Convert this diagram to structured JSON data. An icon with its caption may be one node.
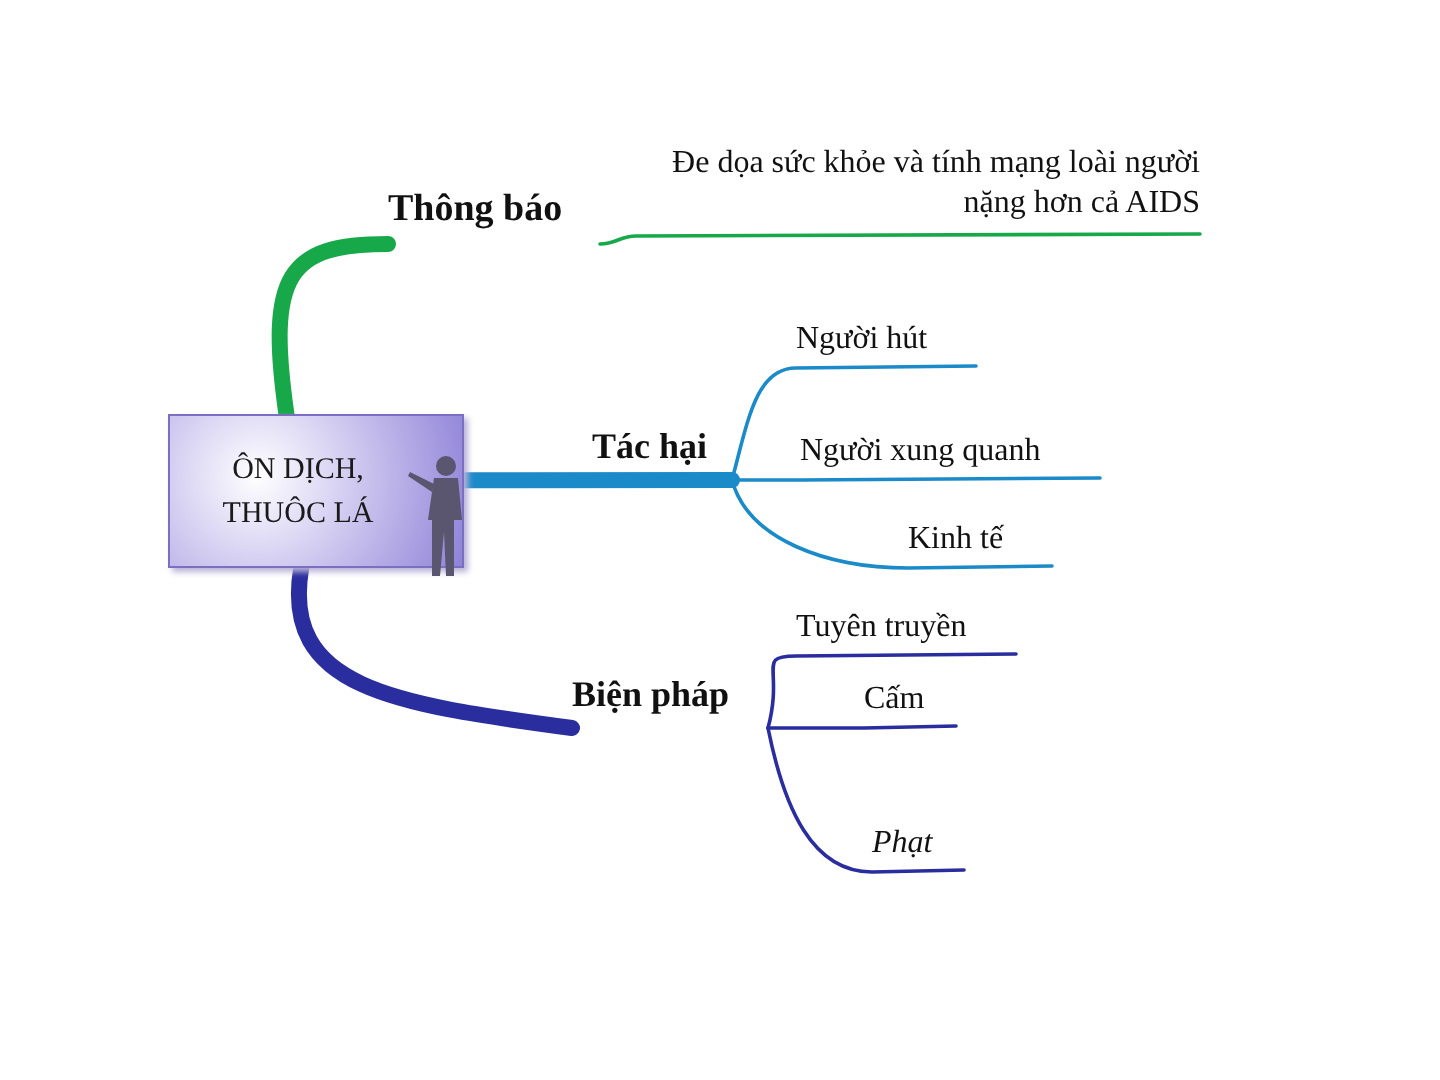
{
  "diagram": {
    "nodes": [
      {
        "text": [
          "ÔN DỊCH, THUÔC LÁ"
        ]
      },
      {
        "text": [
          "Thông báo"
        ]
      },
      {
        "text": [
          "Đe dọa sức khỏe và tính mạng loài người nặng hơn cả AIDS"
        ]
      },
      {
        "text": [
          "Tác hại"
        ]
      },
      {
        "text": [
          "Người hút"
        ]
      },
      {
        "text": [
          "Người xung quanh"
        ]
      },
      {
        "text": [
          "Kinh tế"
        ]
      },
      {
        "text": [
          "Biện pháp"
        ]
      },
      {
        "text": [
          "Tuyên truyền"
        ]
      },
      {
        "text": [
          "Cấm"
        ]
      },
      {
        "text": [
          "Phạt"
        ]
      }
    ],
    "edges": [
      {
        "from": 0,
        "to": 1,
        "arrow": "none",
        "style": "thick",
        "color": "#17a84a"
      },
      {
        "from": 1,
        "to": 2,
        "arrow": "none",
        "color": "#17a84a"
      },
      {
        "from": 0,
        "to": 3,
        "arrow": "none",
        "style": "thick",
        "color": "#1b8ac9"
      },
      {
        "from": 3,
        "to": 4,
        "arrow": "none",
        "color": "#1b8ac9"
      },
      {
        "from": 3,
        "to": 5,
        "arrow": "none",
        "color": "#1b8ac9"
      },
      {
        "from": 3,
        "to": 6,
        "arrow": "none",
        "color": "#1b8ac9"
      },
      {
        "from": 0,
        "to": 7,
        "arrow": "none",
        "style": "thick",
        "color": "#2a2d9e"
      },
      {
        "from": 7,
        "to": 8,
        "arrow": "none",
        "color": "#2a2d9e"
      },
      {
        "from": 7,
        "to": 9,
        "arrow": "none",
        "color": "#2a2d9e"
      },
      {
        "from": 7,
        "to": 10,
        "arrow": "none",
        "color": "#2a2d9e"
      }
    ]
  }
}
